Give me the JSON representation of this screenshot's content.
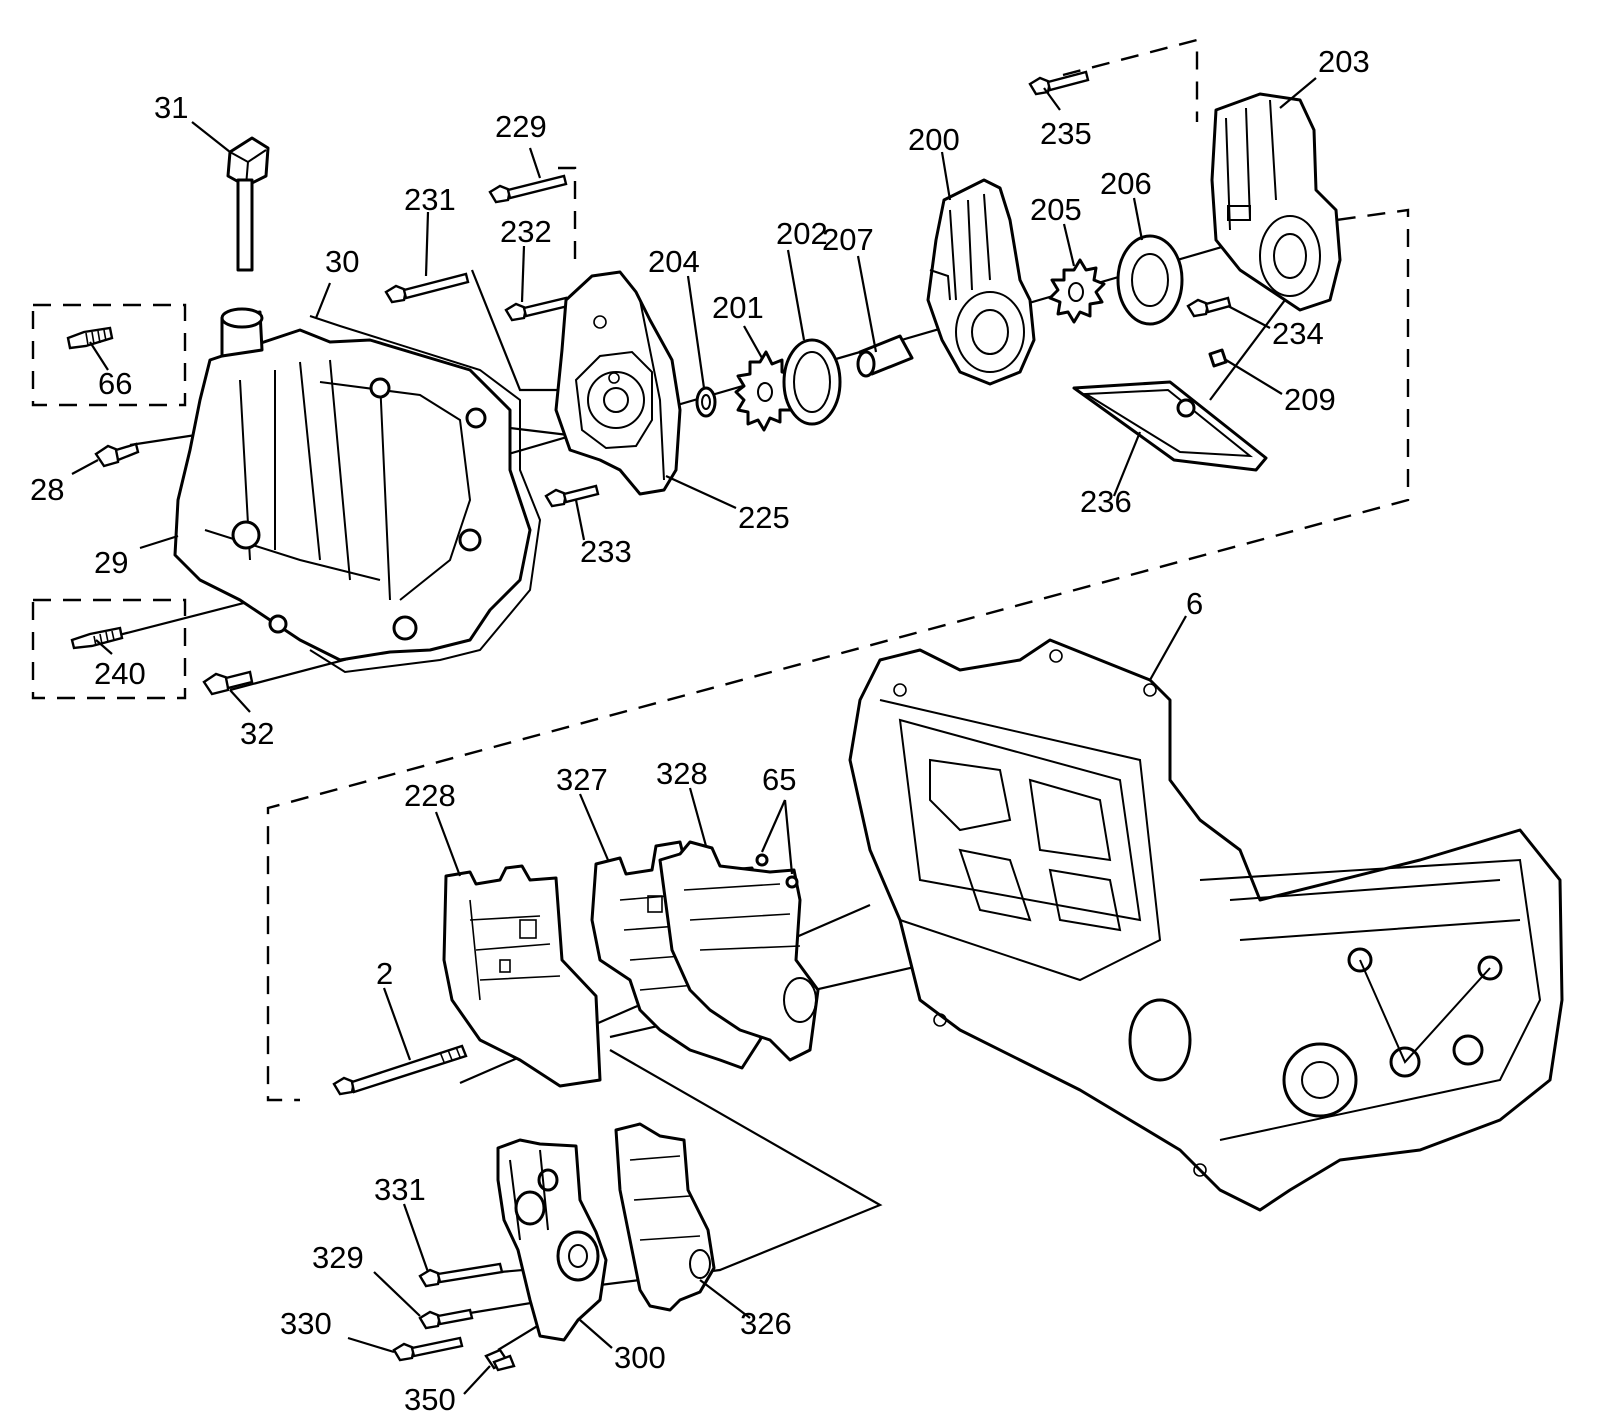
{
  "diagram": {
    "callouts": {
      "c31": "31",
      "c229": "229",
      "c231": "231",
      "c232": "232",
      "c30": "30",
      "c66": "66",
      "c28": "28",
      "c29": "29",
      "c240": "240",
      "c32": "32",
      "c233": "233",
      "c225": "225",
      "c204": "204",
      "c201": "201",
      "c202": "202",
      "c207": "207",
      "c200": "200",
      "c235": "235",
      "c205": "205",
      "c206": "206",
      "c203": "203",
      "c234": "234",
      "c209": "209",
      "c236": "236",
      "c6": "6",
      "c228": "228",
      "c327": "327",
      "c328": "328",
      "c65": "65",
      "c2": "2",
      "c331": "331",
      "c329": "329",
      "c330": "330",
      "c350": "350",
      "c300": "300",
      "c326": "326"
    }
  }
}
